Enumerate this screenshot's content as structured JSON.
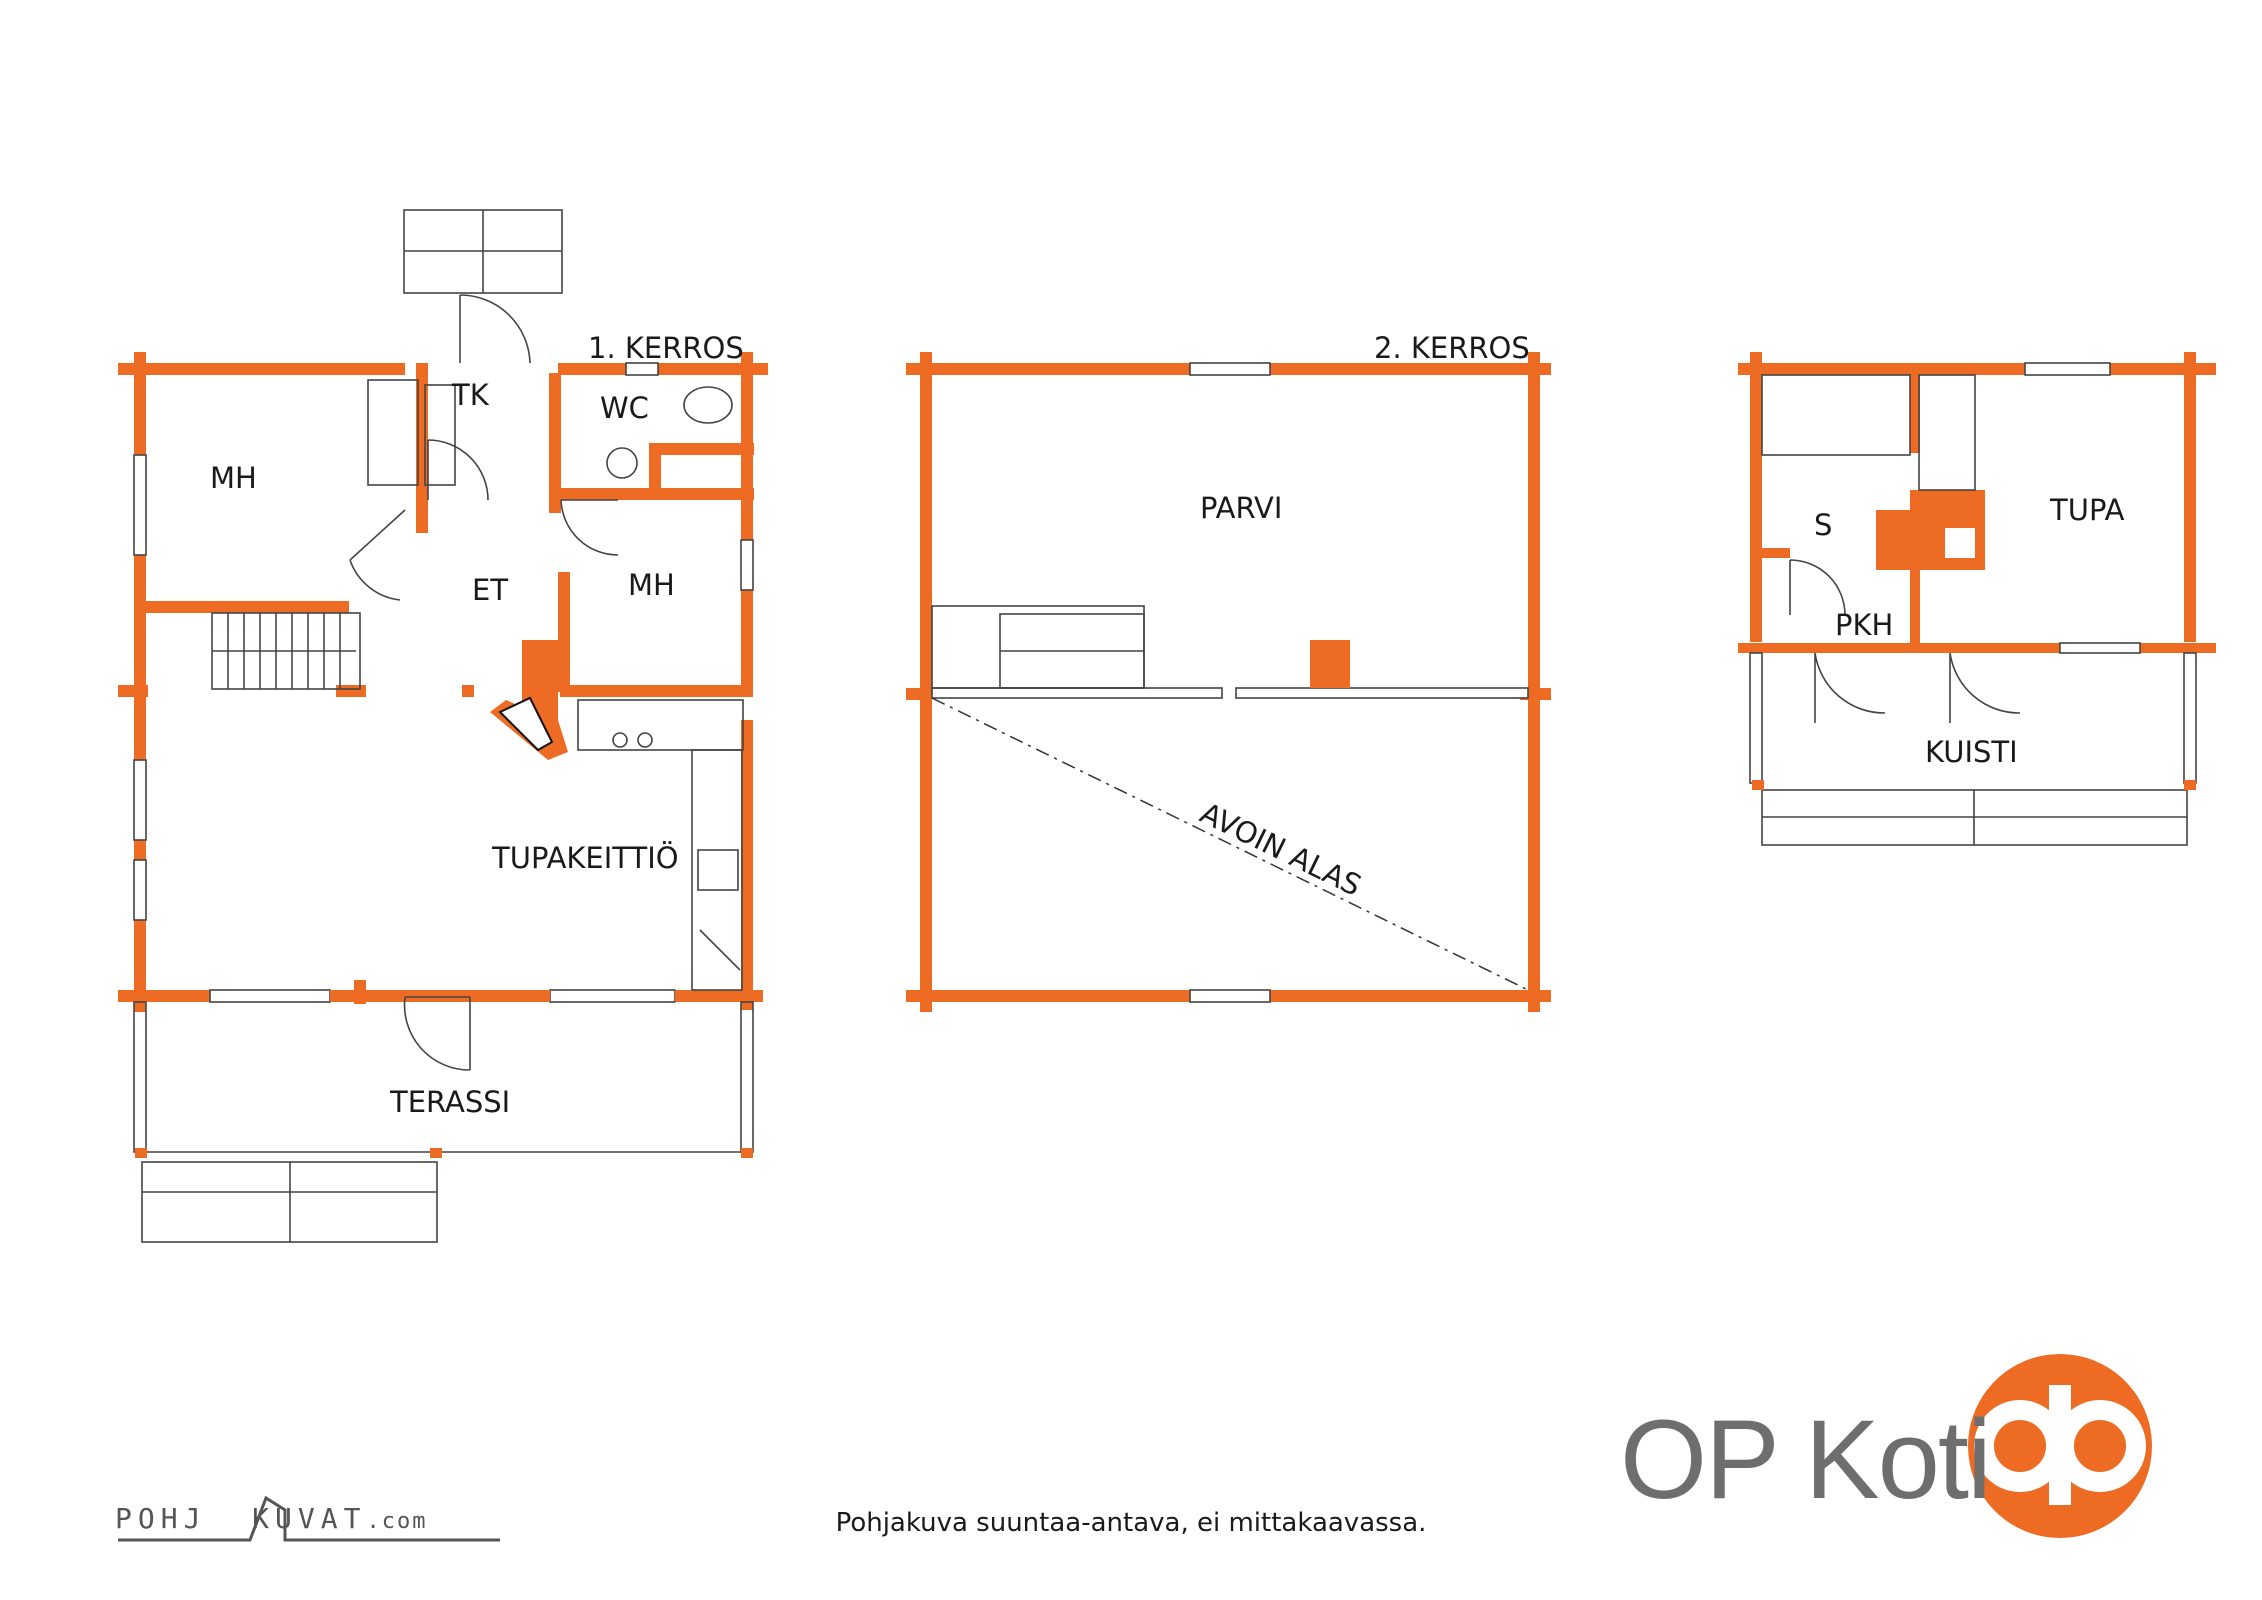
{
  "floors": {
    "first": "1. KERROS",
    "second": "2. KERROS"
  },
  "rooms": {
    "mh1": "MH",
    "tk": "TK",
    "wc": "WC",
    "et": "ET",
    "mh2": "MH",
    "tupakeittio": "TUPAKEITTIÖ",
    "terassi": "TERASSI",
    "parvi": "PARVI",
    "avoin_alas": "AVOIN ALAS",
    "s": "S",
    "tupa": "TUPA",
    "pkh": "PKH",
    "kuisti": "KUISTI"
  },
  "footer": {
    "caption": "Pohjakuva suuntaa-antava, ei mittakaavassa.",
    "brand": "OP Koti",
    "pk_left": "POHJ",
    "pk_right": "KUVAT",
    "pk_domain": ".com"
  },
  "colors": {
    "wall": "#ee6b24",
    "text": "#1a1a1a",
    "brand_gray": "#6e6e6e"
  }
}
